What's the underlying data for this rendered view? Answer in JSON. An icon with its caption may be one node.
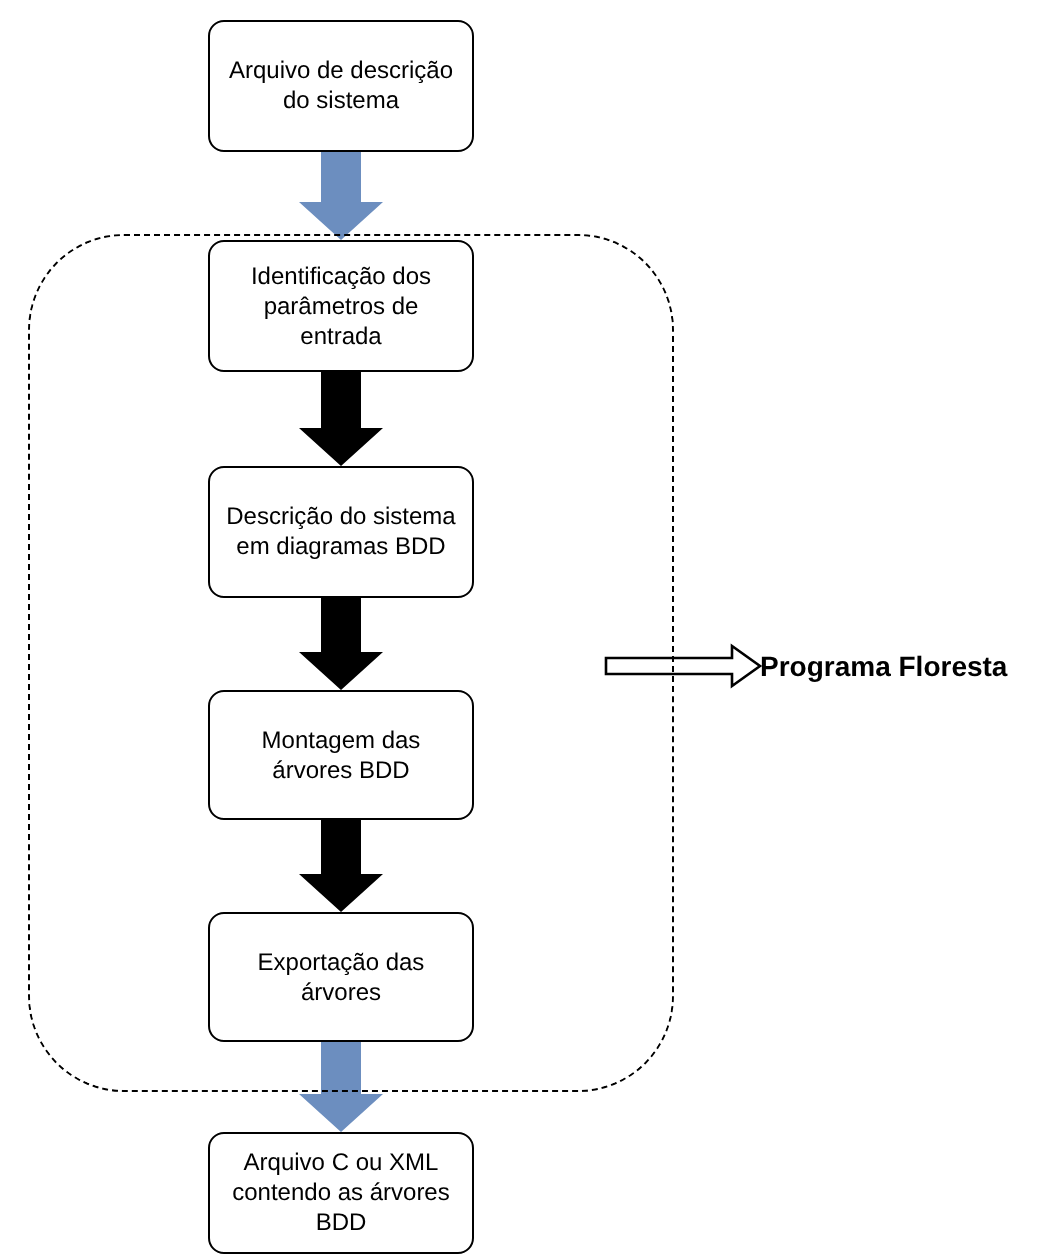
{
  "diagram": {
    "nodes": [
      {
        "text": [
          "Arquivo de descrição do sistema"
        ]
      },
      {
        "text": [],
        "shape": "box"
      },
      {
        "text": [
          "Identificação dos parâmetros de entrada"
        ],
        "in": 1
      },
      {
        "text": [
          "Descrição do sistema em diagramas BDD"
        ],
        "in": 1
      },
      {
        "text": [
          "Montagem das árvores BDD"
        ],
        "in": 1
      },
      {
        "text": [
          "Exportação das árvores"
        ],
        "in": 1
      },
      {
        "text": [
          "Arquivo C ou XML contendo as árvores BDD"
        ]
      },
      {
        "text": [
          "Programa Floresta"
        ]
      }
    ],
    "edges": [
      {
        "from": 0,
        "to": 2,
        "arrow": "to",
        "style": "thick",
        "color": "#6c8ebf"
      },
      {
        "from": 2,
        "to": 3,
        "arrow": "to",
        "style": "thick"
      },
      {
        "from": 3,
        "to": 4,
        "arrow": "to",
        "style": "thick"
      },
      {
        "from": 4,
        "to": 5,
        "arrow": "to",
        "style": "thick"
      },
      {
        "from": 5,
        "to": 6,
        "arrow": "to",
        "style": "thick",
        "color": "#6c8ebf"
      },
      {
        "from": 1,
        "to": 7,
        "arrow": "to"
      }
    ]
  }
}
